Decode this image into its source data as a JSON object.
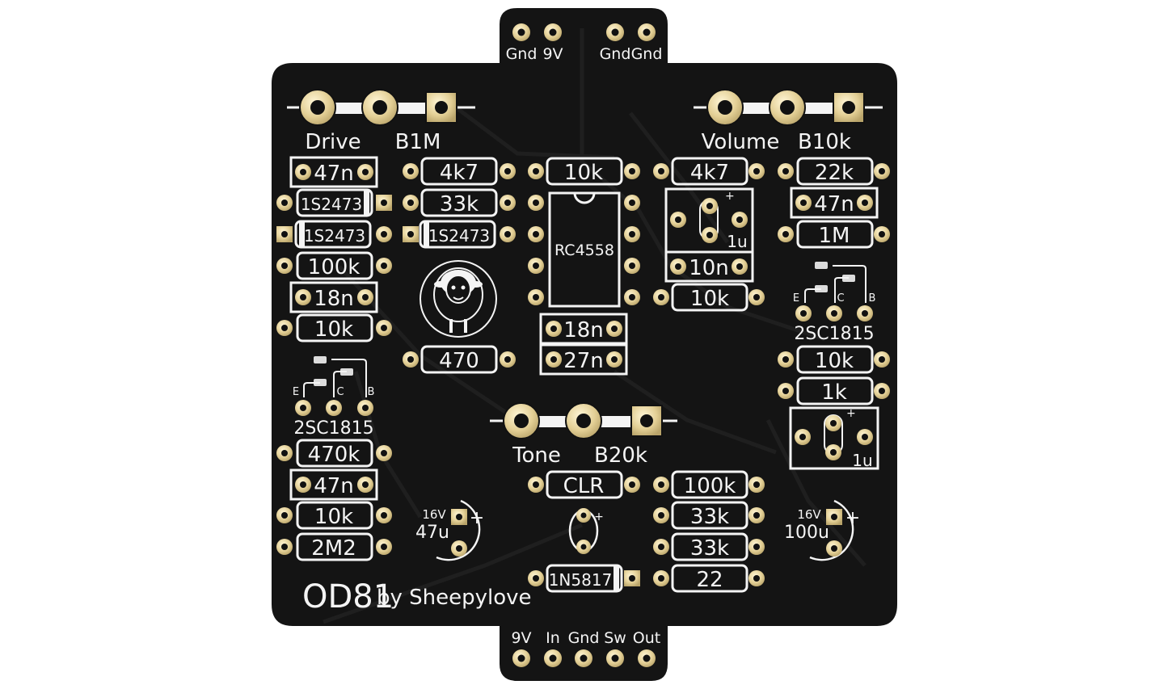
{
  "board": {
    "title": "OD81",
    "author": "by Sheepylove",
    "colors": {
      "pcb": "#151515",
      "silk": "#f4f4f4",
      "pad": "#e6d3a0",
      "trace": "#1e1e1e"
    }
  },
  "top_header": [
    "Gnd",
    "9V",
    "Gnd",
    "Gnd"
  ],
  "bottom_header": [
    "9V",
    "In",
    "Gnd",
    "Sw",
    "Out"
  ],
  "pots": {
    "drive": {
      "name": "Drive",
      "value": "B1M"
    },
    "volume": {
      "name": "Volume",
      "value": "B10k"
    },
    "tone": {
      "name": "Tone",
      "value": "B20k"
    }
  },
  "ic": {
    "label": "RC4558"
  },
  "logo": {
    "icon": "sheep-logo-icon"
  },
  "left_col": [
    "47n",
    "1S2473",
    "1S2473",
    "100k",
    "18n",
    "10k"
  ],
  "left_mid_col": [
    "4k7",
    "33k",
    "1S2473",
    "470"
  ],
  "center_top": [
    "10k"
  ],
  "center_caps": [
    "18n",
    "27n"
  ],
  "right_mid_col": [
    "4k7",
    "1u",
    "10n",
    "10k"
  ],
  "right_col": [
    "22k",
    "47n",
    "1M"
  ],
  "transistor_left": {
    "label": "2SC1815",
    "pins": [
      "E",
      "C",
      "B"
    ]
  },
  "transistor_right": {
    "label": "2SC1815",
    "pins": [
      "E",
      "C",
      "B"
    ]
  },
  "right_lower": [
    "10k",
    "1k",
    "1u"
  ],
  "left_lower": [
    "470k",
    "47n",
    "10k",
    "2M2"
  ],
  "center_lower": [
    "CLR",
    "1N5817"
  ],
  "right_center_lower": [
    "100k",
    "33k",
    "33k",
    "22"
  ],
  "caps_elec": {
    "left": {
      "voltage": "16V",
      "value": "47u"
    },
    "right": {
      "voltage": "16V",
      "value": "100u"
    }
  },
  "polarity_plus": "+"
}
